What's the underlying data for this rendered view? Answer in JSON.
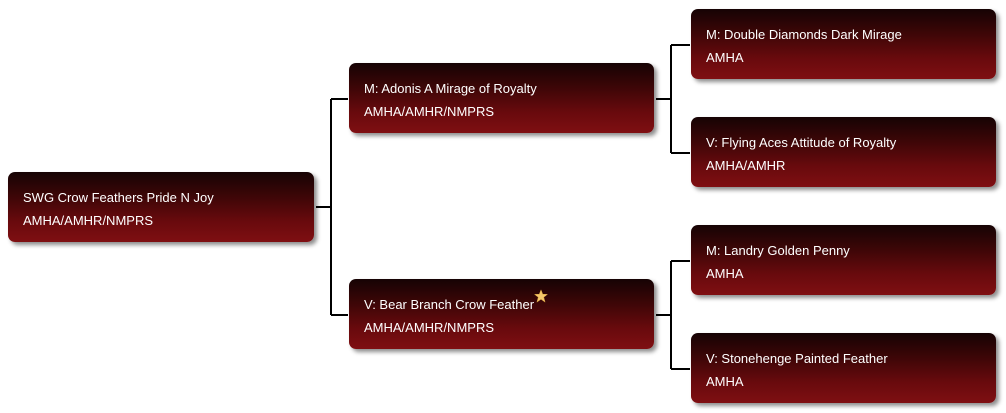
{
  "pedigree": {
    "subject": {
      "name": "SWG Crow Feathers Pride N Joy",
      "registries": "AMHA/AMHR/NMPRS"
    },
    "dam": {
      "name": "M: Adonis A Mirage of Royalty",
      "registries": "AMHA/AMHR/NMPRS"
    },
    "sire": {
      "name": "V: Bear Branch Crow Feather",
      "registries": "AMHA/AMHR/NMPRS",
      "icon": "star-icon"
    },
    "dam_dam": {
      "name": "M: Double Diamonds Dark Mirage",
      "registries": "AMHA"
    },
    "dam_sire": {
      "name": "V: Flying Aces Attitude of Royalty",
      "registries": "AMHA/AMHR"
    },
    "sire_dam": {
      "name": "M: Landry Golden Penny",
      "registries": "AMHA"
    },
    "sire_sire": {
      "name": "V: Stonehenge Painted Feather",
      "registries": "AMHA"
    }
  },
  "colors": {
    "box_dark": "#160304",
    "box_light": "#7f0f12",
    "text": "#ffffff",
    "connector": "#000000",
    "star": "#f4c76a"
  }
}
